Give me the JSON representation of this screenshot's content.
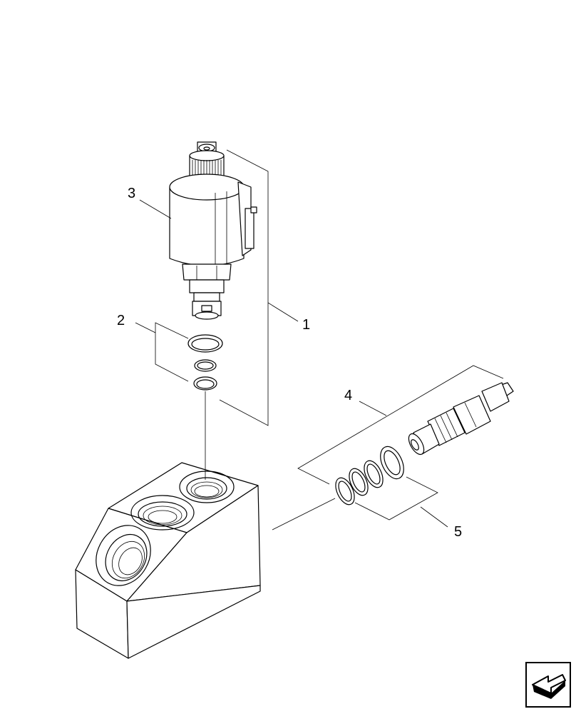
{
  "callouts": {
    "c1": "1",
    "c2": "2",
    "c3": "3",
    "c4": "4",
    "c5": "5"
  },
  "nav": {
    "icon": "arrow-icon"
  }
}
